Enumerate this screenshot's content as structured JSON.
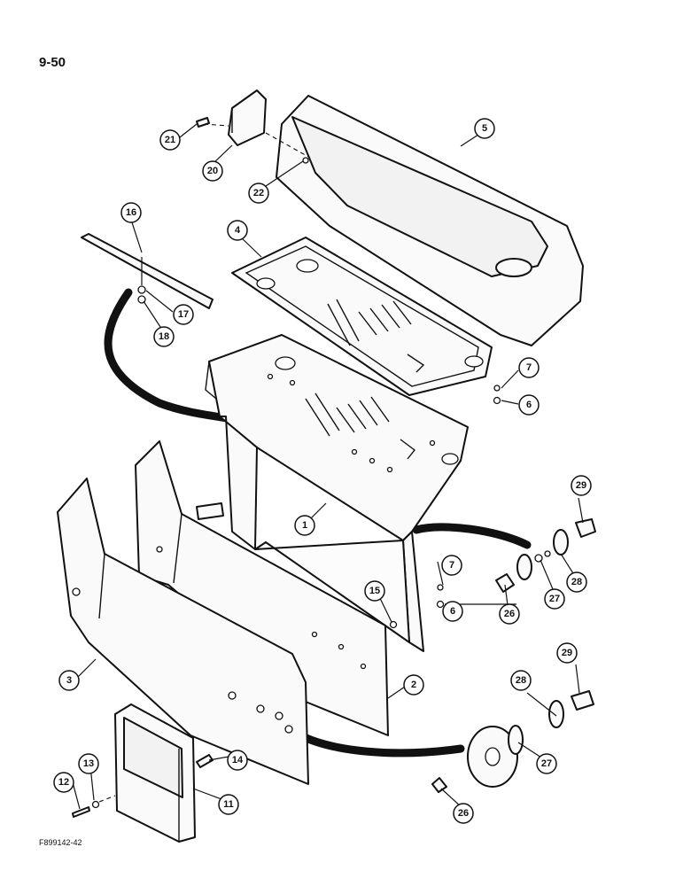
{
  "page": {
    "label": "9-50",
    "figure_code": "F899142-42"
  },
  "callouts": [
    {
      "id": "c1",
      "number": "1"
    },
    {
      "id": "c2",
      "number": "2"
    },
    {
      "id": "c3",
      "number": "3"
    },
    {
      "id": "c4",
      "number": "4"
    },
    {
      "id": "c5",
      "number": "5"
    },
    {
      "id": "c6a",
      "number": "6"
    },
    {
      "id": "c6b",
      "number": "6"
    },
    {
      "id": "c7a",
      "number": "7"
    },
    {
      "id": "c7b",
      "number": "7"
    },
    {
      "id": "c11",
      "number": "11"
    },
    {
      "id": "c12",
      "number": "12"
    },
    {
      "id": "c13",
      "number": "13"
    },
    {
      "id": "c14",
      "number": "14"
    },
    {
      "id": "c15",
      "number": "15"
    },
    {
      "id": "c16",
      "number": "16"
    },
    {
      "id": "c17",
      "number": "17"
    },
    {
      "id": "c18",
      "number": "18"
    },
    {
      "id": "c20",
      "number": "20"
    },
    {
      "id": "c21",
      "number": "21"
    },
    {
      "id": "c22",
      "number": "22"
    },
    {
      "id": "c26a",
      "number": "26"
    },
    {
      "id": "c26b",
      "number": "26"
    },
    {
      "id": "c27a",
      "number": "27"
    },
    {
      "id": "c27b",
      "number": "27"
    },
    {
      "id": "c28a",
      "number": "28"
    },
    {
      "id": "c28b",
      "number": "28"
    },
    {
      "id": "c29a",
      "number": "29"
    },
    {
      "id": "c29b",
      "number": "29"
    }
  ]
}
